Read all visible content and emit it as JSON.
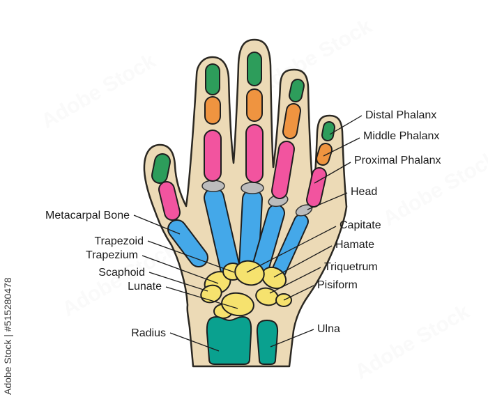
{
  "watermark": {
    "side_text": "Adobe Stock | #515280478",
    "tile_text": "Adobe Stock"
  },
  "labels": {
    "right": [
      "Distal Phalanx",
      "Middle Phalanx",
      "Proximal Phalanx",
      "Head",
      "Capitate",
      "Hamate",
      "Triquetrum",
      "Pisiform",
      "Ulna"
    ],
    "left": [
      "Metacarpal Bone",
      "Trapezoid",
      "Trapezium",
      "Scaphoid",
      "Lunate",
      "Radius"
    ]
  },
  "colors": {
    "hand_skin": "#ecdab6",
    "distal_phalanx": "#2d9d5b",
    "middle_phalanx": "#ef9440",
    "proximal_phalanx": "#f2549f",
    "metacarpal": "#44a8e9",
    "carpal": "#f6e26e",
    "forearm_bone": "#0aa18f",
    "joint_gray": "#bcbcbc",
    "label_text": "#1b1b1b"
  }
}
